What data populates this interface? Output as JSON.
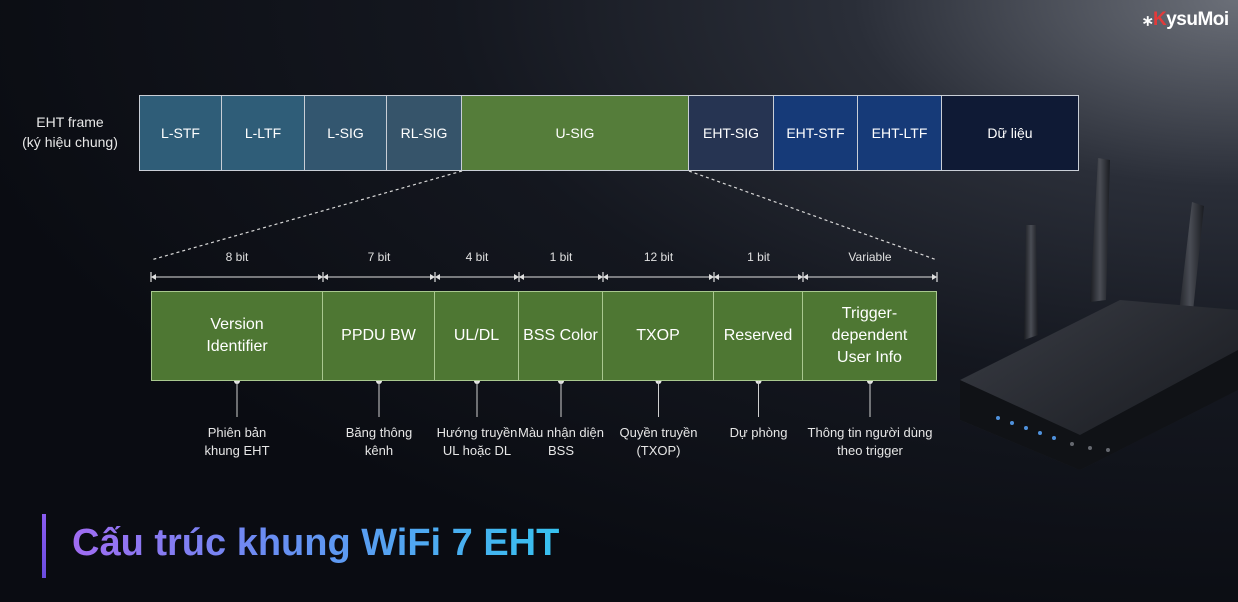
{
  "brand": {
    "star": "⁎",
    "k": "K",
    "rest": "ysuMoi"
  },
  "frame": {
    "label_line1": "EHT frame",
    "label_line2": "(ký hiệu chung)",
    "cells": [
      {
        "label": "L-STF",
        "color": "#2f5d78"
      },
      {
        "label": "L-LTF",
        "color": "#2f5d78"
      },
      {
        "label": "L-SIG",
        "color": "#33566f"
      },
      {
        "label": "RL-SIG",
        "color": "#36546a"
      },
      {
        "label": "U-SIG",
        "color": "#557d3a"
      },
      {
        "label": "EHT-SIG",
        "color": "#263452"
      },
      {
        "label": "EHT-STF",
        "color": "#163a78"
      },
      {
        "label": "EHT-LTF",
        "color": "#163a78"
      },
      {
        "label": "Dữ liệu",
        "color": "#0f1a35"
      }
    ]
  },
  "usig_fields": [
    {
      "bits": "8 bit",
      "name": "Version Identifier",
      "desc_line1": "Phiên bản",
      "desc_line2": "khung EHT"
    },
    {
      "bits": "7 bit",
      "name": "PPDU BW",
      "desc_line1": "Băng thông",
      "desc_line2": "kênh"
    },
    {
      "bits": "4 bit",
      "name": "UL/DL",
      "desc_line1": "Hướng truyền",
      "desc_line2": "UL hoặc DL"
    },
    {
      "bits": "1 bit",
      "name": "BSS Color",
      "desc_line1": "Màu nhận diện",
      "desc_line2": "BSS"
    },
    {
      "bits": "12 bit",
      "name": "TXOP",
      "desc_line1": "Quyền truyền",
      "desc_line2": "(TXOP)"
    },
    {
      "bits": "1 bit",
      "name": "Reserved",
      "desc_line1": "Dự phòng",
      "desc_line2": ""
    },
    {
      "bits": "Variable",
      "name": "Trigger-dependent User Info",
      "desc_line1": "Thông tin người dùng",
      "desc_line2": "theo trigger"
    }
  ],
  "title": "Cấu trúc khung WiFi 7 EHT",
  "colors": {
    "field_green": "#4e7733",
    "title_start": "#a06cf2",
    "title_end": "#37c2f0"
  },
  "icons": {
    "router": "router-icon"
  }
}
